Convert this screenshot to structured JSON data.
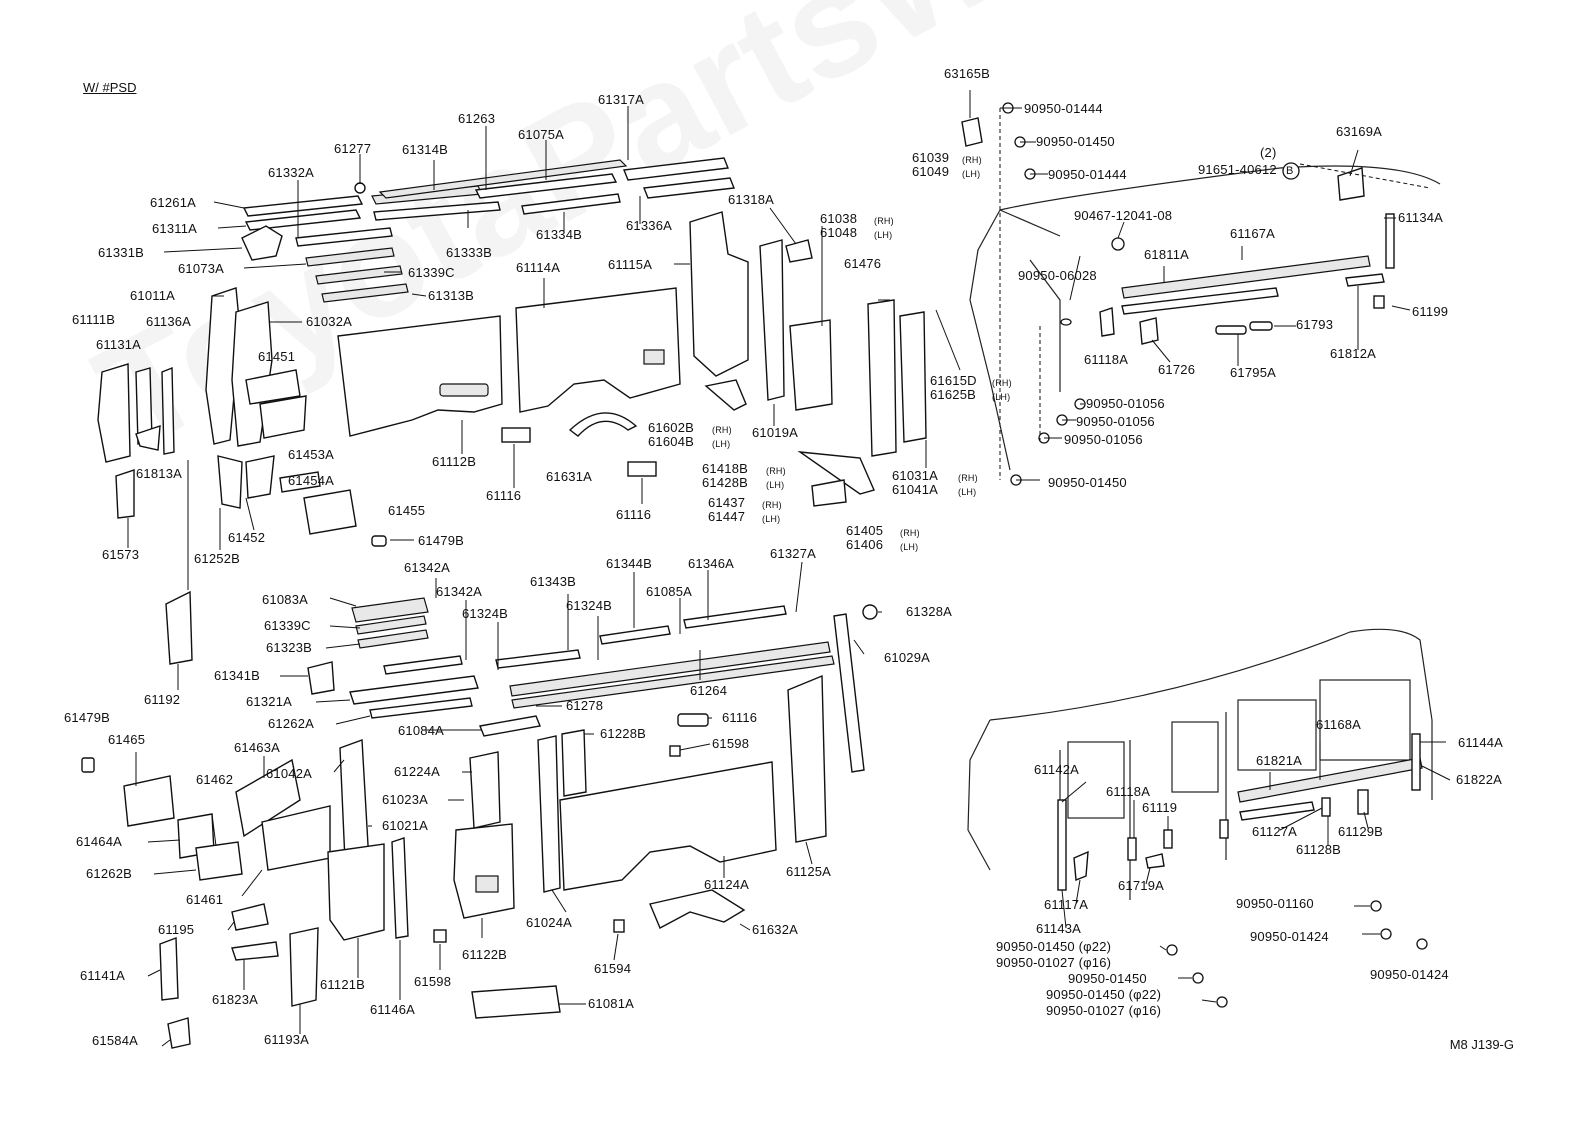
{
  "header": "W/ #PSD",
  "watermark": "ToyotaPartsWorld",
  "figure_code": "M8 J139-G",
  "labels": {
    "l61317A": "61317A",
    "l61263": "61263",
    "l61277": "61277",
    "l61314B": "61314B",
    "l61075A": "61075A",
    "l61332A": "61332A",
    "l61261A": "61261A",
    "l61311A": "61311A",
    "l61331B": "61331B",
    "l61333B": "61333B",
    "l61334B": "61334B",
    "l61336A": "61336A",
    "l61073A": "61073A",
    "l61339C": "61339C",
    "l61313B": "61313B",
    "l61011A": "61011A",
    "l61032A": "61032A",
    "l61111B": "61111B",
    "l61136A": "61136A",
    "l61131A": "61131A",
    "l61451": "61451",
    "l61114A": "61114A",
    "l61115A": "61115A",
    "l61318A": "61318A",
    "l61453A": "61453A",
    "l61813A": "61813A",
    "l61112B": "61112B",
    "l61454A": "61454A",
    "l61116a": "61116",
    "l61631A": "61631A",
    "l61116b": "61116",
    "l61602B": "61602B",
    "l61602Bs": "(RH)",
    "l61604B": "61604B",
    "l61604Bs": "(LH)",
    "l61019A": "61019A",
    "l61452": "61452",
    "l61455": "61455",
    "l61573": "61573",
    "l61252B": "61252B",
    "l61479B": "61479B",
    "l61418B": "61418B",
    "l61418Bs": "(RH)",
    "l61428B": "61428B",
    "l61428Bs": "(LH)",
    "l61437": "61437",
    "l61437s": "(RH)",
    "l61447": "61447",
    "l61447s": "(LH)",
    "l61405": "61405",
    "l61405s": "(RH)",
    "l61406": "61406",
    "l61406s": "(LH)",
    "l61038": "61038",
    "l61038s": "(RH)",
    "l61048": "61048",
    "l61048s": "(LH)",
    "l61476": "61476",
    "l61031A": "61031A",
    "l61031As": "(RH)",
    "l61041A": "61041A",
    "l61041As": "(LH)",
    "l63165B": "63165B",
    "l90950_01444a": "90950-01444",
    "l90950_01450a": "90950-01450",
    "l61039": "61039",
    "l61039s": "(RH)",
    "l61049": "61049",
    "l61049s": "(LH)",
    "l90950_01444b": "90950-01444",
    "l2": "(2)",
    "l91651": "91651-40612",
    "lB": "B",
    "l63169A": "63169A",
    "l90467": "90467-12041-08",
    "l61167A": "61167A",
    "l61134A": "61134A",
    "l61811A": "61811A",
    "l90950_06028": "90950-06028",
    "l61199": "61199",
    "l61793": "61793",
    "l61118A": "61118A",
    "l61726": "61726",
    "l61795A": "61795A",
    "l61812A": "61812A",
    "l61615D": "61615D",
    "l61615Ds": "(RH)",
    "l61625B": "61625B",
    "l61625Bs": "(LH)",
    "l90950_01056a": "90950-01056",
    "l90950_01056b": "90950-01056",
    "l90950_01056c": "90950-01056",
    "l90950_01450b": "90950-01450",
    "l61342Aa": "61342A",
    "l61083A": "61083A",
    "l61342Ab": "61342A",
    "l61343B": "61343B",
    "l61344B": "61344B",
    "l61346A": "61346A",
    "l61327A": "61327A",
    "l61085A": "61085A",
    "l61324Ba": "61324B",
    "l61339Cb": "61339C",
    "l61323B": "61323B",
    "l61324Bb": "61324B",
    "l61328A": "61328A",
    "l61029A": "61029A",
    "l61341B": "61341B",
    "l61264": "61264",
    "l61192": "61192",
    "l61321A": "61321A",
    "l61278": "61278",
    "l61262A": "61262A",
    "l61084A": "61084A",
    "l61116c": "61116",
    "l61479Bb": "61479B",
    "l61228B": "61228B",
    "l61465": "61465",
    "l61598a": "61598",
    "l61463A": "61463A",
    "l61042A": "61042A",
    "l61224A": "61224A",
    "l61462": "61462",
    "l61023A": "61023A",
    "l61021A": "61021A",
    "l61464A": "61464A",
    "l61262B": "61262B",
    "l61461": "61461",
    "l61124A": "61124A",
    "l61125A": "61125A",
    "l61195": "61195",
    "l61024A": "61024A",
    "l61632A": "61632A",
    "l61141A": "61141A",
    "l61823A": "61823A",
    "l61121B": "61121B",
    "l61122B": "61122B",
    "l61594": "61594",
    "l61598b": "61598",
    "l61146A": "61146A",
    "l61081A": "61081A",
    "l61584A": "61584A",
    "l61193A": "61193A",
    "l61168A": "61168A",
    "l61144A": "61144A",
    "l61142A": "61142A",
    "l61821A": "61821A",
    "l61822A": "61822A",
    "l61118Ab": "61118A",
    "l61119": "61119",
    "l61127A": "61127A",
    "l61129B": "61129B",
    "l61128B": "61128B",
    "l61719A": "61719A",
    "l61117A": "61117A",
    "l61143A": "61143A",
    "l90950_01160": "90950-01160",
    "l90950_01424a": "90950-01424",
    "l90950_01450c": "90950-01450 (φ22)",
    "l90950_01027a": "90950-01027 (φ16)",
    "l90950_01450d": "90950-01450",
    "l90950_01450e": "90950-01450 (φ22)",
    "l90950_01027b": "90950-01027 (φ16)",
    "l90950_01424b": "90950-01424"
  }
}
